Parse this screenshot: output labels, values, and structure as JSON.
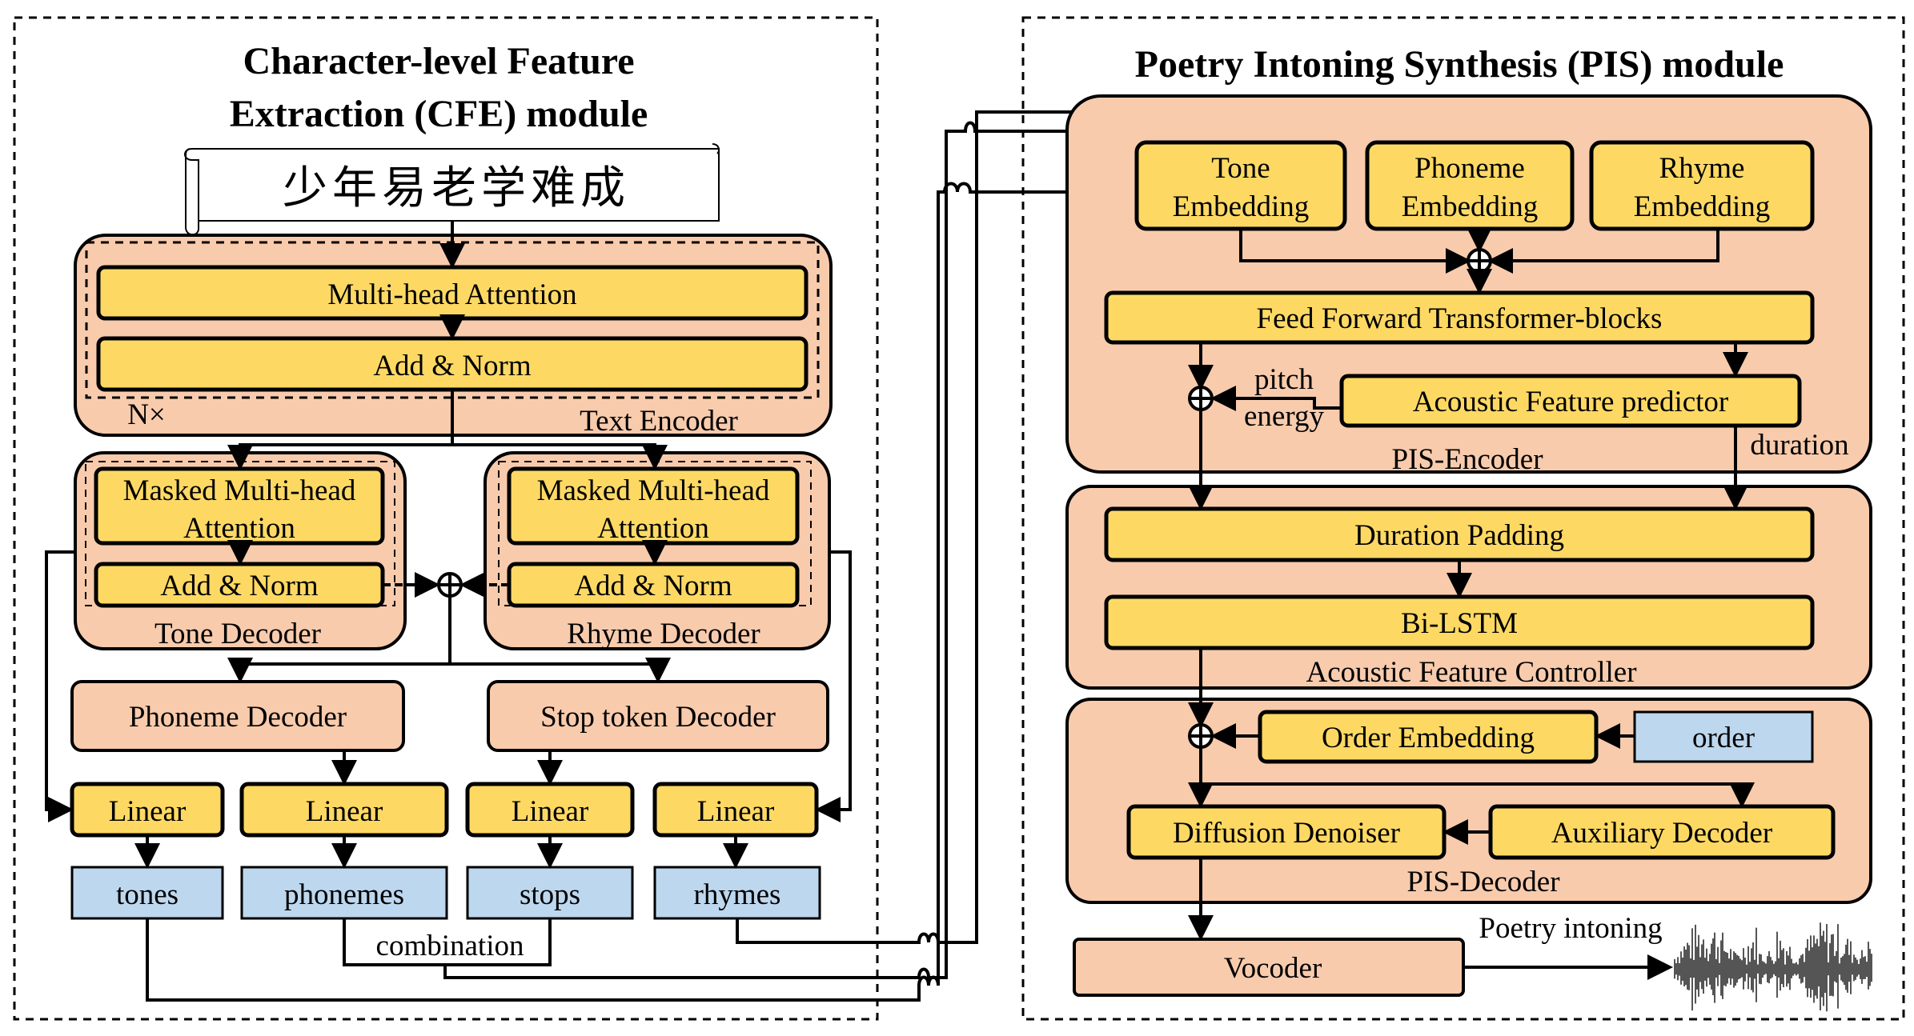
{
  "cfe": {
    "title_line1": "Character-level Feature",
    "title_line2": "Extraction (CFE) module",
    "input_text": "少年易老学难成",
    "mha": "Multi-head Attention",
    "addnorm": "Add & Norm",
    "nx": "N×",
    "text_encoder": "Text Encoder",
    "masked_l1": "Masked Multi-head",
    "masked_l2": "Attention",
    "tone_decoder": "Tone Decoder",
    "rhyme_decoder": "Rhyme Decoder",
    "phoneme_decoder": "Phoneme Decoder",
    "stop_decoder": "Stop token Decoder",
    "linear": "Linear",
    "outputs": [
      "tones",
      "phonemes",
      "stops",
      "rhymes"
    ],
    "combination": "combination"
  },
  "pis": {
    "title": "Poetry Intoning Synthesis (PIS) module",
    "tone_emb_1": "Tone",
    "phoneme_emb_1": "Phoneme",
    "rhyme_emb_1": "Rhyme",
    "emb_2": "Embedding",
    "fft": "Feed Forward Transformer-blocks",
    "pitch": "pitch",
    "energy": "energy",
    "afp": "Acoustic Feature predictor",
    "duration": "duration",
    "encoder": "PIS-Encoder",
    "dur_pad": "Duration Padding",
    "bilstm": "Bi-LSTM",
    "afc": "Acoustic Feature Controller",
    "order_emb": "Order Embedding",
    "order": "order",
    "diffusion": "Diffusion Denoiser",
    "aux": "Auxiliary Decoder",
    "decoder": "PIS-Decoder",
    "vocoder": "Vocoder",
    "poetry": "Poetry intoning"
  },
  "colors": {
    "yellow_box": "#FDD964",
    "peach_box": "#F8CBAD",
    "blue_box": "#BDD7EE",
    "waveform": "#555555"
  }
}
